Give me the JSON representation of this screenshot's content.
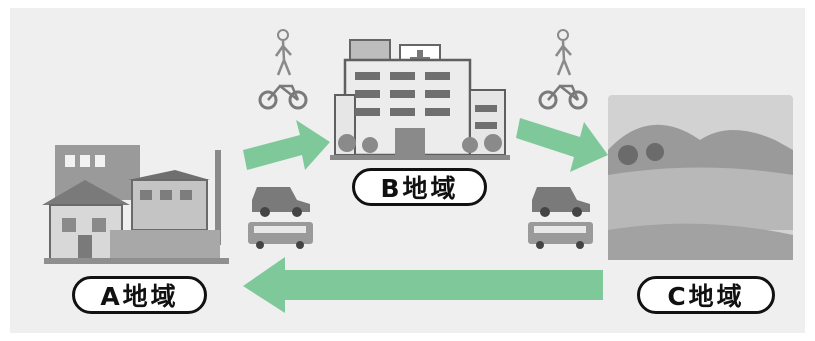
{
  "regions": {
    "a": {
      "label": "A地域"
    },
    "b": {
      "label": "B地域"
    },
    "c": {
      "label": "C地域"
    }
  },
  "colors": {
    "arrow": "#7fc89a",
    "background": "#efefef",
    "illustration": "#8c8c8c"
  },
  "icons": [
    "person-walking-icon",
    "bicycle-icon",
    "car-icon",
    "bus-icon",
    "houses-icon",
    "hospital-icon",
    "landscape-icon"
  ]
}
